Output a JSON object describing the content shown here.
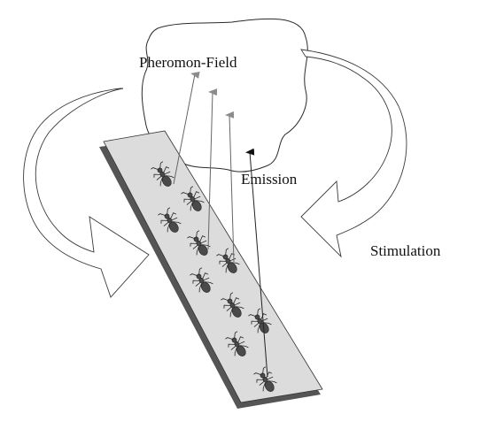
{
  "labels": {
    "pheromone_field": "Pheromon-Field",
    "emission": "Emission",
    "stimulation": "Stimulation"
  },
  "colors": {
    "plank_fill": "#dcdcdc",
    "plank_shadow": "#555555",
    "ant_body": "#4a4a4a",
    "arrow_grey": "#8c8c8c",
    "arrow_dark": "#111111"
  }
}
